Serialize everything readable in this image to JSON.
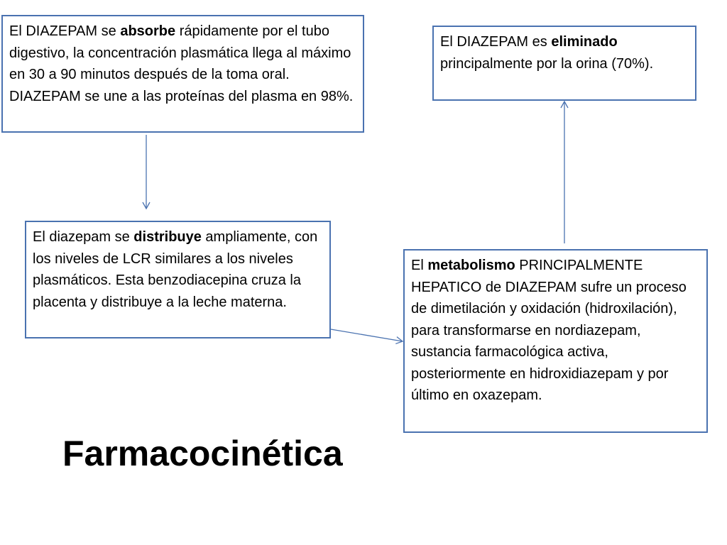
{
  "slide": {
    "title": "Farmacocinética"
  },
  "colors": {
    "box_border": "#4a72b0",
    "arrow": "#4a72b0",
    "text": "#000000",
    "background": "#ffffff"
  },
  "boxes": {
    "absorption": {
      "pre": "El DIAZEPAM se ",
      "bold": "absorbe",
      "post": " rápidamente por el tubo digestivo, la concentración plasmática llega al máximo en 30 a 90 minutos después de la toma oral. DIAZEPAM se une a las proteínas del plasma en 98%."
    },
    "distribution": {
      "pre": "El diazepam se ",
      "bold": "distribuye",
      "post": " ampliamente, con los niveles de LCR similares a los niveles plasmáticos. Esta benzodiacepina cruza la placenta y distribuye a la leche materna."
    },
    "metabolism": {
      "pre": "El ",
      "bold": "metabolismo",
      "post": " PRINCIPALMENTE HEPATICO de DIAZEPAM sufre un proceso de dimetilación y oxidación (hidroxilación), para transformarse en nordiazepam, sustancia farmacológica activa, posteriormente en hidroxidiazepam y por último en oxazepam."
    },
    "elimination": {
      "pre": "El DIAZEPAM es ",
      "bold": "eliminado",
      "post": " principalmente por la orina (70%)."
    }
  },
  "arrows": [
    {
      "from": "absorption",
      "to": "distribution"
    },
    {
      "from": "distribution",
      "to": "metabolism"
    },
    {
      "from": "metabolism",
      "to": "elimination"
    }
  ]
}
